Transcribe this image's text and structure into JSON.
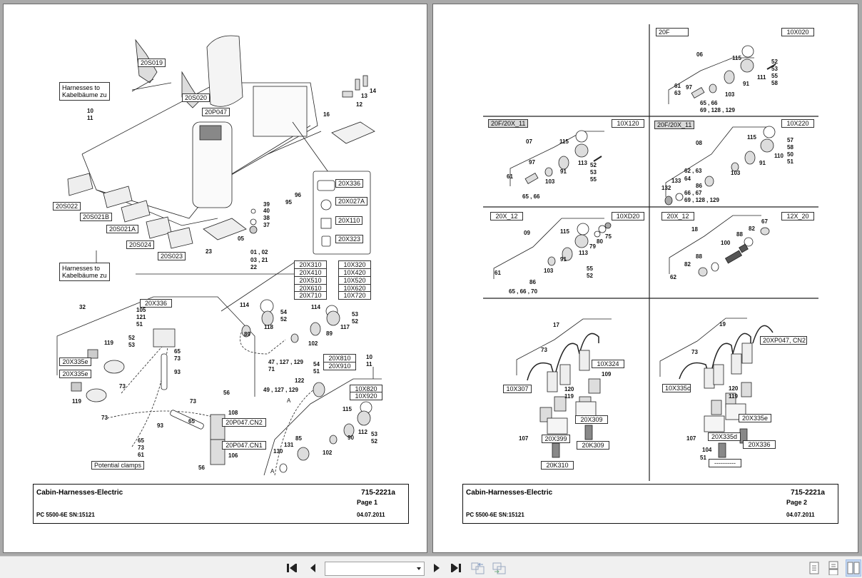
{
  "document": {
    "pages": [
      {
        "title": "Cabin-Harnesses-Electric",
        "model": "PC 5500-6E SN:15121",
        "doc_number": "715-2221a",
        "page_label": "Page 1",
        "date": "04.07.2011",
        "notes": {
          "harness_top": "Harnesses to\nKabelbäume zu",
          "harness_bottom": "Harnesses to\nKabelbäume zu",
          "potential_clamps": "Potential clamps"
        },
        "component_boxes": {
          "s019": "20S019",
          "s020": "20S020",
          "p047": "20P047",
          "s022": "20S022",
          "s021b": "20S021B",
          "s021a": "20S021A",
          "s024": "20S024",
          "s023": "20S023",
          "x336_panel": "20X336",
          "x027a": "20X027A",
          "x110": "20X110",
          "x323": "20X323",
          "x336": "20X336",
          "x335e_a": "20X335e",
          "x335e_b": "20X335e",
          "cn2": "20P047.CN2",
          "cn1": "20P047.CN1",
          "left_col": [
            "20X310",
            "20X410",
            "20X510",
            "20X610",
            "20X710"
          ],
          "right_col": [
            "10X320",
            "10X420",
            "10X520",
            "10X620",
            "10X720"
          ],
          "x810": "20X810",
          "x910": "20X910",
          "x820": "10X820",
          "x920": "10X920"
        },
        "part_numbers": {
          "n10a": "10",
          "n11a": "11",
          "n13": "13",
          "n14": "14",
          "n12": "12",
          "n16": "16",
          "n39": "39",
          "n40": "40",
          "n38": "38",
          "n37": "37",
          "n95": "95",
          "n96": "96",
          "n05": "05",
          "n23": "23",
          "n0102": "01 , 02",
          "n0321": "03 , 21",
          "n22": "22",
          "n32": "32",
          "n105": "105",
          "n121": "121",
          "n51a": "51",
          "n52a": "52",
          "n53a": "53",
          "n65a": "65",
          "n73a": "73",
          "n93a": "93",
          "n119a": "119",
          "n73b": "73",
          "n119b": "119",
          "n73c": "73",
          "n93b": "93",
          "n73d": "73",
          "n65b": "65",
          "n56a": "56",
          "n108": "108",
          "n106": "106",
          "n56b": "56",
          "n65c": "65",
          "n73e": "73",
          "n61": "61",
          "n114a": "114",
          "n118": "118",
          "n89a": "89",
          "n54a": "54",
          "n52b": "52",
          "n114b": "114",
          "n117": "117",
          "n89b": "89",
          "n53b": "53",
          "n52c": "52",
          "n102a": "102",
          "n47": "47 , 127 , 129",
          "n71": "71",
          "n54b": "54",
          "n51b": "51",
          "n122": "122",
          "n49": "49 , 127 , 129",
          "n10b": "10",
          "n11b": "11",
          "n115": "115",
          "n112": "112",
          "n90": "90",
          "n53c": "53",
          "n52d": "52",
          "n131": "131",
          "n85": "85",
          "n102b": "102",
          "n130": "130",
          "nA1": "A",
          "nA2": "A"
        }
      },
      {
        "title": "Cabin-Harnesses-Electric",
        "model": "PC 5500-6E SN:15121",
        "doc_number": "715-2221a",
        "page_label": "Page 2",
        "date": "04.07.2011",
        "cells": {
          "c1": {
            "left": "20F",
            "right": "10X020",
            "kit": "06",
            "parts": [
              "115",
              "52",
              "53",
              "55",
              "58",
              "111",
              "91",
              "61",
              "63",
              "97",
              "103",
              "65 , 66",
              "69 , 128 , 129"
            ]
          },
          "c2": {
            "left": "20F/20X_11",
            "right": "10X120",
            "kit": "07",
            "parts": [
              "115",
              "97",
              "113",
              "52",
              "53",
              "55",
              "91",
              "61",
              "103",
              "65 , 66"
            ]
          },
          "c3": {
            "left": "20F/20X_11",
            "right": "10X220",
            "kit": "08",
            "parts": [
              "115",
              "57",
              "58",
              "50",
              "51",
              "110",
              "91",
              "62 , 63",
              "64",
              "133",
              "103",
              "86",
              "132",
              "66 , 67",
              "69 , 128 , 129"
            ]
          },
          "c4": {
            "left": "20X_12",
            "right": "10XD20",
            "kit": "09",
            "parts": [
              "115",
              "75",
              "80",
              "79",
              "113",
              "91",
              "103",
              "61",
              "86",
              "55",
              "52",
              "65 , 66 , 70"
            ]
          },
          "c5": {
            "left": "20X_12",
            "right": "12X_20",
            "kit": "18",
            "parts": [
              "67",
              "82",
              "88",
              "100",
              "88",
              "82",
              "62"
            ]
          },
          "c6": {
            "kit": "17",
            "boxes": [
              "10X307",
              "10X324",
              "20X309",
              "20X399",
              "20K309",
              "20K310"
            ],
            "parts": [
              "73",
              "109",
              "120",
              "119",
              "107"
            ]
          },
          "c7": {
            "kit": "19",
            "boxes": [
              "10X335c",
              "20XP047, CN2",
              "20X335e",
              "20X335d",
              "20X336",
              "----------"
            ],
            "parts": [
              "73",
              "120",
              "119",
              "107",
              "104",
              "51"
            ]
          }
        }
      }
    ]
  },
  "toolbar": {
    "first_page": "first-page",
    "prev_page": "previous-page",
    "page_selector_value": "",
    "next_page": "next-page",
    "last_page": "last-page",
    "view_modes": [
      "single-page",
      "continuous",
      "two-page"
    ],
    "active_view": "two-page",
    "colors": {
      "accent_active": "#c7d9f2",
      "toolbar_bg": "#f0f0f0",
      "canvas_bg": "#a9a9a9"
    }
  }
}
